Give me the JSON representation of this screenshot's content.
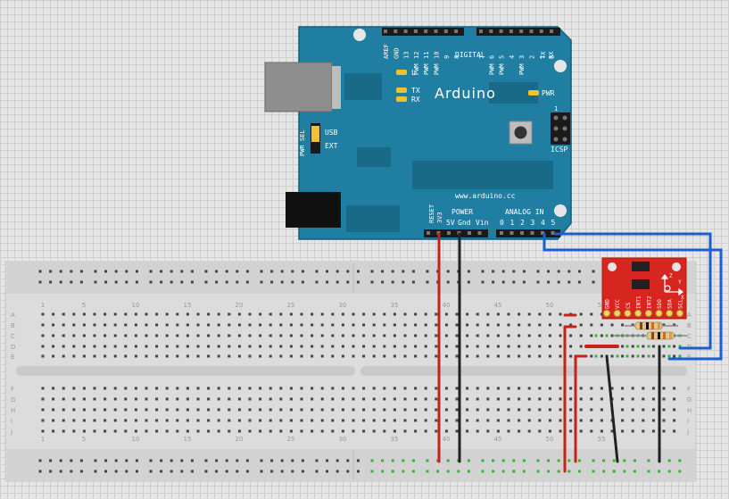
{
  "arduino": {
    "brand": "Arduino",
    "website": "www.arduino.cc",
    "digital_label": "DIGITAL",
    "analog_in_label": "ANALOG IN",
    "power_label": "POWER",
    "power_pins": [
      "RESET",
      "3V3",
      "5V",
      "Gnd",
      "Vin"
    ],
    "analog_pins": [
      "0",
      "1",
      "2",
      "3",
      "4",
      "5"
    ],
    "top_pins": [
      "AREF",
      "GND",
      "13",
      "12",
      "11",
      "10",
      "9",
      "8",
      "7",
      "6",
      "5",
      "4",
      "3",
      "2",
      "1",
      "0"
    ],
    "pwm_label": "PWM",
    "tx_label": "TX",
    "rx_label": "RX",
    "led_l": "L",
    "led_tx": "TX",
    "led_rx": "RX",
    "led_pwr": "PWR",
    "pwr_sel": "PWR SEL",
    "usb": "USB",
    "ext": "EXT",
    "icsp": "ICSP",
    "icsp_num": "1"
  },
  "breadboard": {
    "column_numbers": [
      "1",
      "5",
      "10",
      "15",
      "20",
      "25",
      "30",
      "35",
      "40",
      "45",
      "50",
      "55"
    ],
    "row_letters_top": [
      "A",
      "B",
      "C",
      "D",
      "E"
    ],
    "row_letters_bottom": [
      "F",
      "G",
      "H",
      "I",
      "J"
    ]
  },
  "sensor": {
    "pins": [
      "GND",
      "VCC",
      "CS",
      "INT1",
      "INT2",
      "SDO",
      "SDA",
      "SCL"
    ],
    "axis_z": "Z",
    "axis_y": "Y",
    "axis_x": "X"
  },
  "colors": {
    "board": "#1f7ea1",
    "sensor": "#d6261f",
    "wire_red": "#c8201b",
    "wire_black": "#222222",
    "wire_blue": "#1c5fd1",
    "rail_hole_green": "#33b533"
  }
}
